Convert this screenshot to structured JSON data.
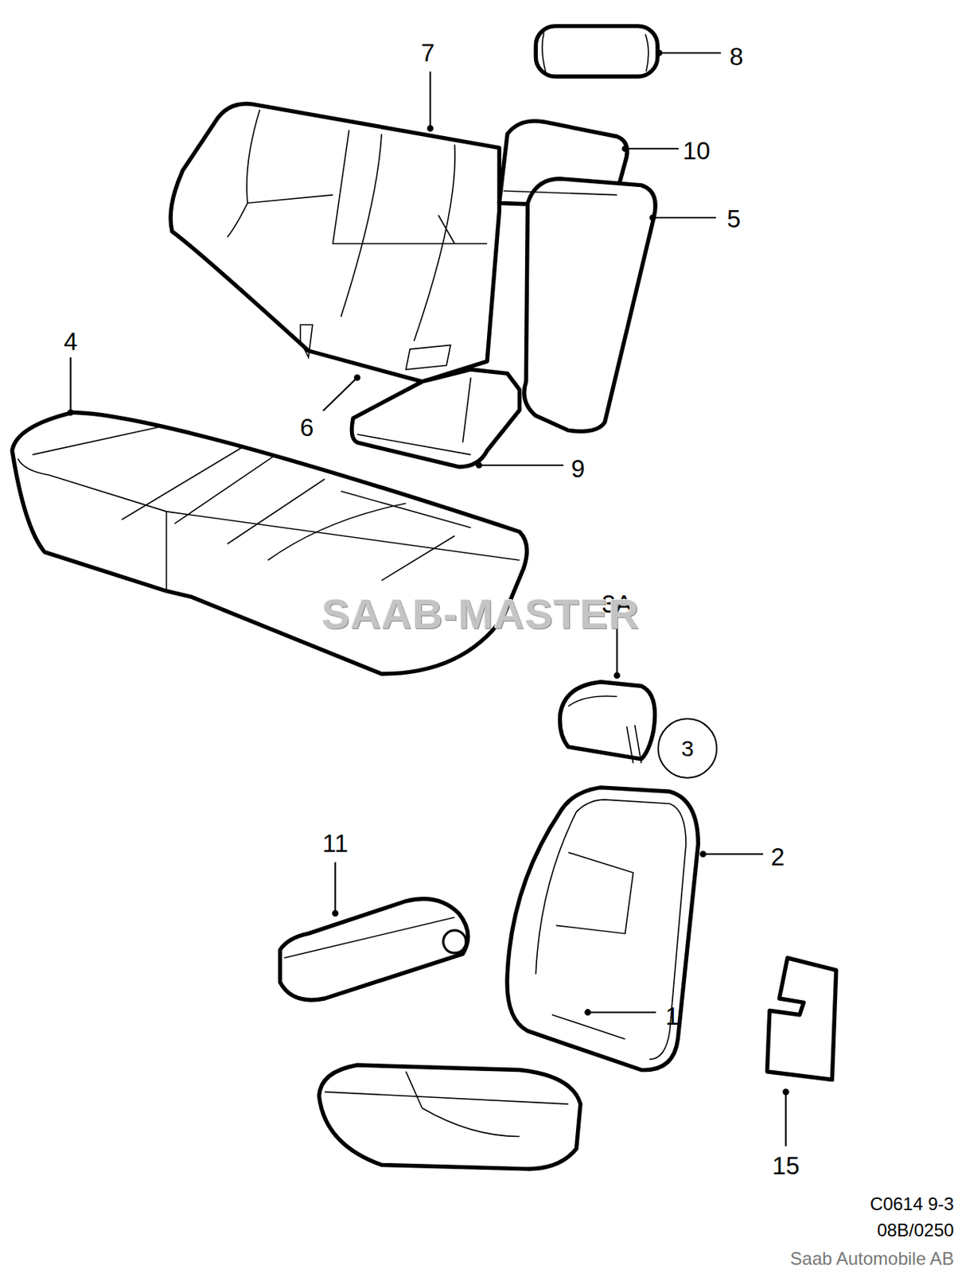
{
  "diagram": {
    "nodes": [
      {
        "text": [
          "3"
        ]
      }
    ],
    "labels": [
      "7",
      "8",
      "10",
      "5",
      "4",
      "6",
      "9",
      "3A",
      "11",
      "2",
      "1",
      "15",
      "SAAB-MASTER",
      "C0614 9-3",
      "08B/0250",
      "Saab Automobile AB"
    ]
  }
}
